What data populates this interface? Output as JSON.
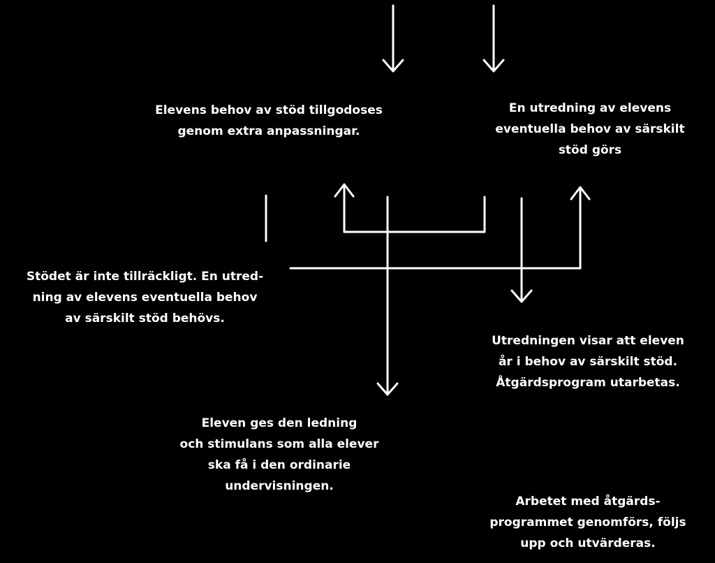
{
  "colors": {
    "background": "#000000",
    "line": "#ffffff",
    "text": "#ffffff"
  },
  "nodes": {
    "extra_adjustments": "Elevens behov av stöd tillgodoses\ngenom extra anpassningar.",
    "investigation": "En utredning av elevens\neventuella behov av särskilt\nstöd görs",
    "support_insufficient": "Stödet är inte tillräckligt. En utred-\nning av elevens eventuella behov\nav särskilt stöd behövs.",
    "investigation_result": "Utredningen visar att eleven\når i behov av särskilt stöd.\nÅtgärdsprogram utarbetas.",
    "ordinary_teaching": "Eleven ges den ledning\noch stimulans som alla elever\nska få i den ordinarie\nundervisningen.",
    "action_program": "Arbetet med åtgärds-\nprogrammet genomförs, följs\nupp och utvärderas."
  }
}
